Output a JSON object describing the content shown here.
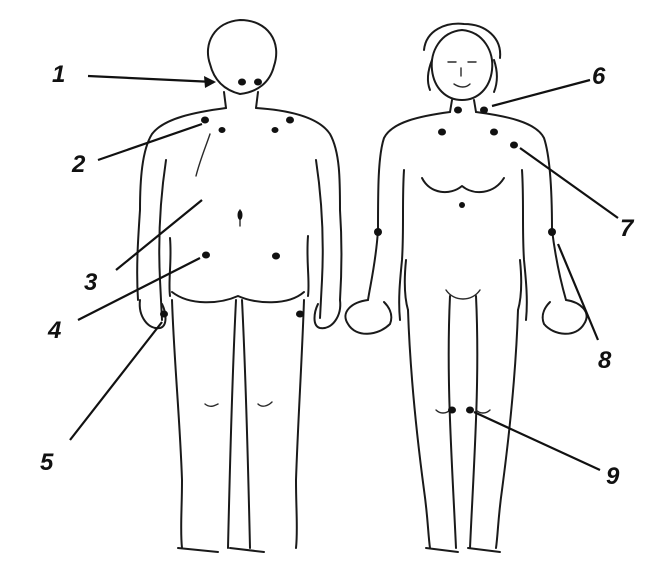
{
  "callouts": [
    {
      "id": "1",
      "label": "1"
    },
    {
      "id": "2",
      "label": "2"
    },
    {
      "id": "3",
      "label": "3"
    },
    {
      "id": "4",
      "label": "4"
    },
    {
      "id": "5",
      "label": "5"
    },
    {
      "id": "6",
      "label": "6"
    },
    {
      "id": "7",
      "label": "7"
    },
    {
      "id": "8",
      "label": "8"
    },
    {
      "id": "9",
      "label": "9"
    }
  ],
  "figures": [
    {
      "view": "back"
    },
    {
      "view": "front"
    }
  ],
  "colors": {
    "ink": "#111111",
    "background": "#ffffff"
  }
}
